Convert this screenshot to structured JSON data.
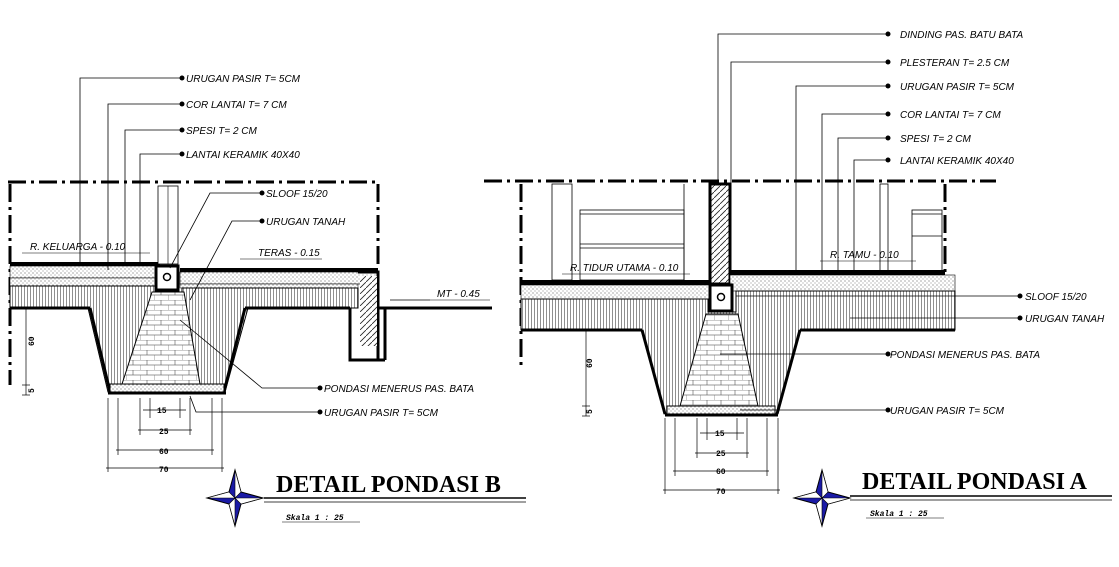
{
  "detail_b": {
    "title": "DETAIL PONDASI B",
    "scale": "Skala 1 : 25",
    "labels": {
      "urugan_pasir_top": "URUGAN PASIR T= 5CM",
      "cor_lantai": "COR LANTAI T= 7 CM",
      "spesi": "SPESI T= 2 CM",
      "lantai_keramik": "LANTAI KERAMIK 40X40",
      "sloof": "SLOOF 15/20",
      "urugan_tanah": "URUGAN TANAH",
      "room_level": "R. KELUARGA - 0.10",
      "teras_level": "TERAS - 0.15",
      "mt_level": "MT - 0.45",
      "pondasi": "PONDASI MENERUS PAS. BATA",
      "urugan_pasir_bottom": "URUGAN PASIR T= 5CM"
    },
    "dims": {
      "d15": "15",
      "d25": "25",
      "d60": "60",
      "d70": "70",
      "v60": "60",
      "v5": "5"
    }
  },
  "detail_a": {
    "title": "DETAIL PONDASI A",
    "scale": "Skala 1 : 25",
    "labels": {
      "dinding": "DINDING PAS. BATU BATA",
      "plesteran": "PLESTERAN T= 2.5 CM",
      "urugan_pasir_top": "URUGAN PASIR T= 5CM",
      "cor_lantai": "COR LANTAI T= 7 CM",
      "spesi": "SPESI T= 2 CM",
      "lantai_keramik": "LANTAI KERAMIK 40X40",
      "room_left": "R. TIDUR UTAMA - 0.10",
      "room_right": "R. TAMU - 0.10",
      "sloof": "SLOOF 15/20",
      "urugan_tanah": "URUGAN TANAH",
      "pondasi": "PONDASI MENERUS PAS. BATA",
      "urugan_pasir_bottom": "URUGAN PASIR T= 5CM"
    },
    "dims": {
      "d15": "15",
      "d25": "25",
      "d60": "60",
      "d70": "70",
      "v60": "60",
      "v5": "5"
    }
  },
  "colors": {
    "ink": "#000000",
    "compass": "#1a1aa6",
    "paper": "#ffffff"
  }
}
